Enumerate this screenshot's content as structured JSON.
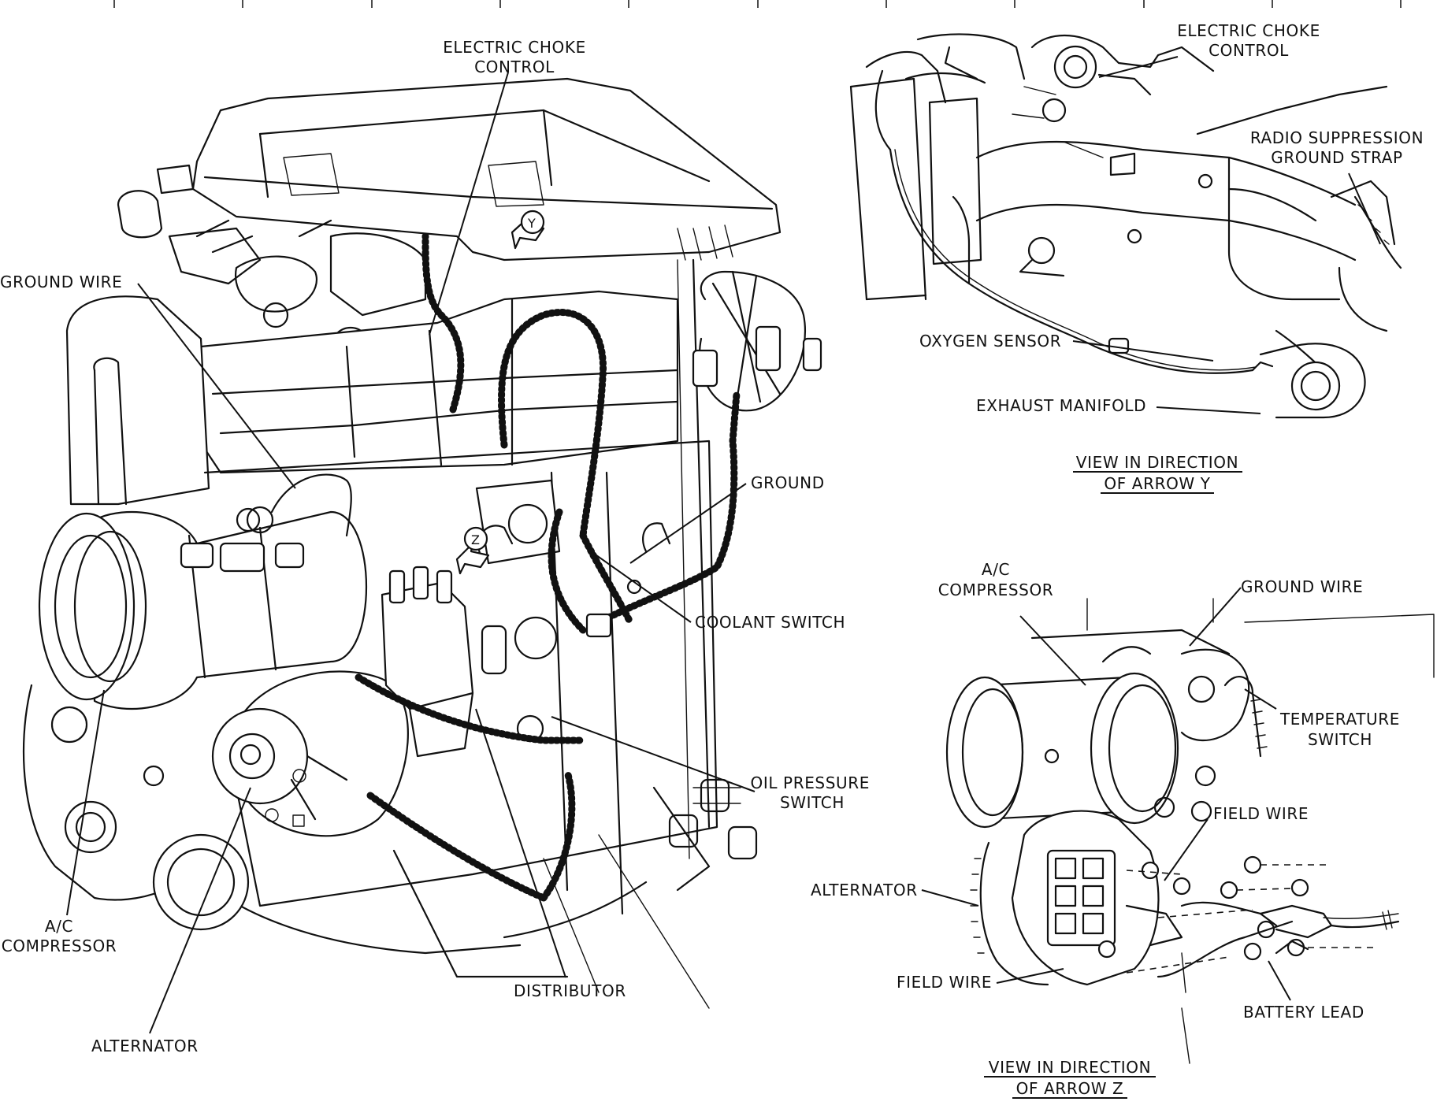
{
  "main_view": {
    "labels": {
      "electric_choke_control": [
        "ELECTRIC CHOKE",
        "CONTROL"
      ],
      "ground_wire": "GROUND WIRE",
      "ground": "GROUND",
      "coolant_switch": "COOLANT SWITCH",
      "oil_pressure_switch": [
        "OIL PRESSURE",
        "SWITCH"
      ],
      "ac_compressor": [
        "A/C",
        "COMPRESSOR"
      ],
      "alternator": "ALTERNATOR",
      "distributor": "DISTRIBUTOR",
      "arrow_y": "Y",
      "arrow_z": "Z"
    }
  },
  "view_y": {
    "labels": {
      "electric_choke_control": [
        "ELECTRIC CHOKE",
        "CONTROL"
      ],
      "radio_suppression_ground_strap": [
        "RADIO SUPPRESSION",
        "GROUND STRAP"
      ],
      "oxygen_sensor": "OXYGEN SENSOR",
      "exhaust_manifold": "EXHAUST MANIFOLD"
    },
    "caption": [
      "VIEW IN DIRECTION",
      "OF ARROW Y"
    ]
  },
  "view_z": {
    "labels": {
      "ac_compressor": [
        "A/C",
        "COMPRESSOR"
      ],
      "ground_wire": "GROUND WIRE",
      "temperature_switch": [
        "TEMPERATURE",
        "SWITCH"
      ],
      "field_wire_top": "FIELD WIRE",
      "alternator": "ALTERNATOR",
      "field_wire_bottom": "FIELD WIRE",
      "battery_lead": "BATTERY LEAD"
    },
    "caption": [
      "VIEW IN DIRECTION",
      "OF ARROW Z"
    ]
  }
}
